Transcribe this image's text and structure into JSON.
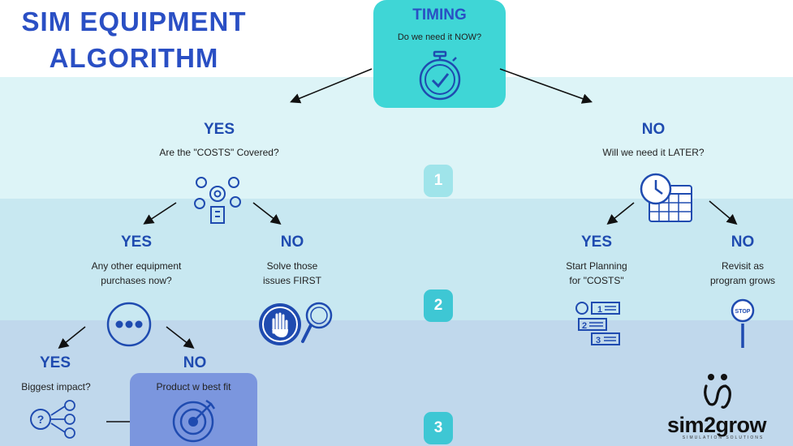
{
  "title": {
    "line1": "SIM EQUIPMENT",
    "line2": "ALGORITHM"
  },
  "timing": {
    "label": "TIMING",
    "question": "Do we need it NOW?"
  },
  "steps": [
    "1",
    "2",
    "3"
  ],
  "yes1": {
    "label": "YES",
    "question": "Are the \"COSTS\" Covered?"
  },
  "no1": {
    "label": "NO",
    "question": "Will we need it LATER?"
  },
  "yes2": {
    "label": "YES",
    "line1": "Any other equipment",
    "line2": "purchases now?"
  },
  "no2": {
    "label": "NO",
    "line1": "Solve those",
    "line2": "issues FIRST"
  },
  "yes2b": {
    "label": "YES",
    "line1": "Start Planning",
    "line2": "for \"COSTS\""
  },
  "no2b": {
    "label": "NO",
    "line1": "Revisit as",
    "line2": "program grows"
  },
  "yes3": {
    "label": "YES",
    "question": "Biggest impact?"
  },
  "no3": {
    "label": "NO",
    "question": "Product w best fit"
  },
  "stop_sign": "STOP",
  "plan_numbers": [
    "1",
    "2",
    "3"
  ],
  "brand": {
    "name": "sim2grow",
    "tagline": "SIMULATION SOLUTIONS"
  },
  "colors": {
    "accent": "#2a4fc4",
    "teal": "#3fd6d6",
    "band1": "#ddf4f7",
    "band2": "#c8e8f1",
    "band3": "#c0d8ec",
    "fit": "#7b96de"
  }
}
